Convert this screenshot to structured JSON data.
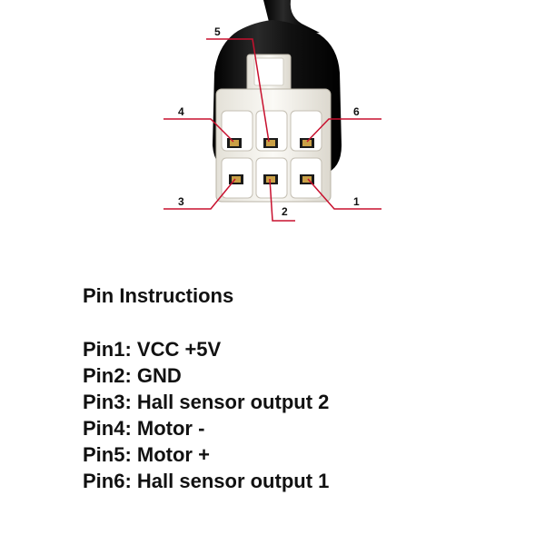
{
  "connector": {
    "pin_labels": [
      "1",
      "2",
      "3",
      "4",
      "5",
      "6"
    ],
    "leader_color": "#c8102e",
    "housing_color": "#f2f0ea",
    "cable_color": "#141414",
    "terminal_color": "#c9a046"
  },
  "instructions": {
    "heading": "Pin Instructions",
    "pins": [
      "Pin1: VCC +5V",
      "Pin2: GND",
      "Pin3: Hall sensor output 2",
      "Pin4: Motor -",
      "Pin5: Motor +",
      "Pin6: Hall sensor output 1"
    ]
  }
}
